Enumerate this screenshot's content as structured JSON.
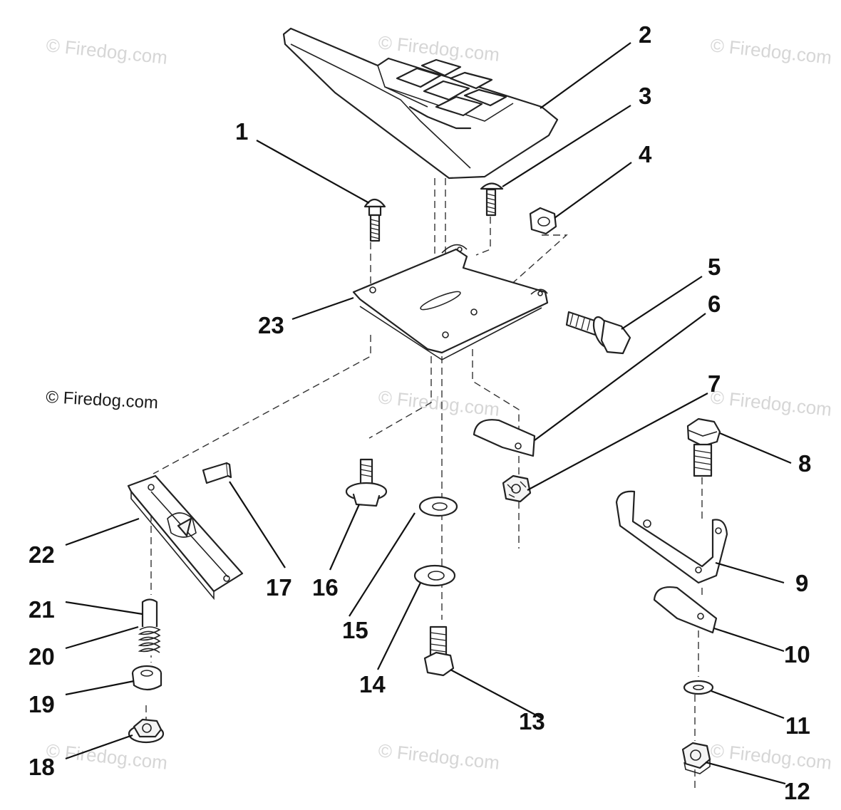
{
  "watermark": {
    "faint": "© Firedog.com",
    "dark": "© Firedog.com"
  },
  "callouts": [
    "1",
    "2",
    "3",
    "4",
    "5",
    "6",
    "7",
    "8",
    "9",
    "10",
    "11",
    "12",
    "13",
    "14",
    "15",
    "16",
    "17",
    "18",
    "19",
    "20",
    "21",
    "22",
    "23"
  ]
}
